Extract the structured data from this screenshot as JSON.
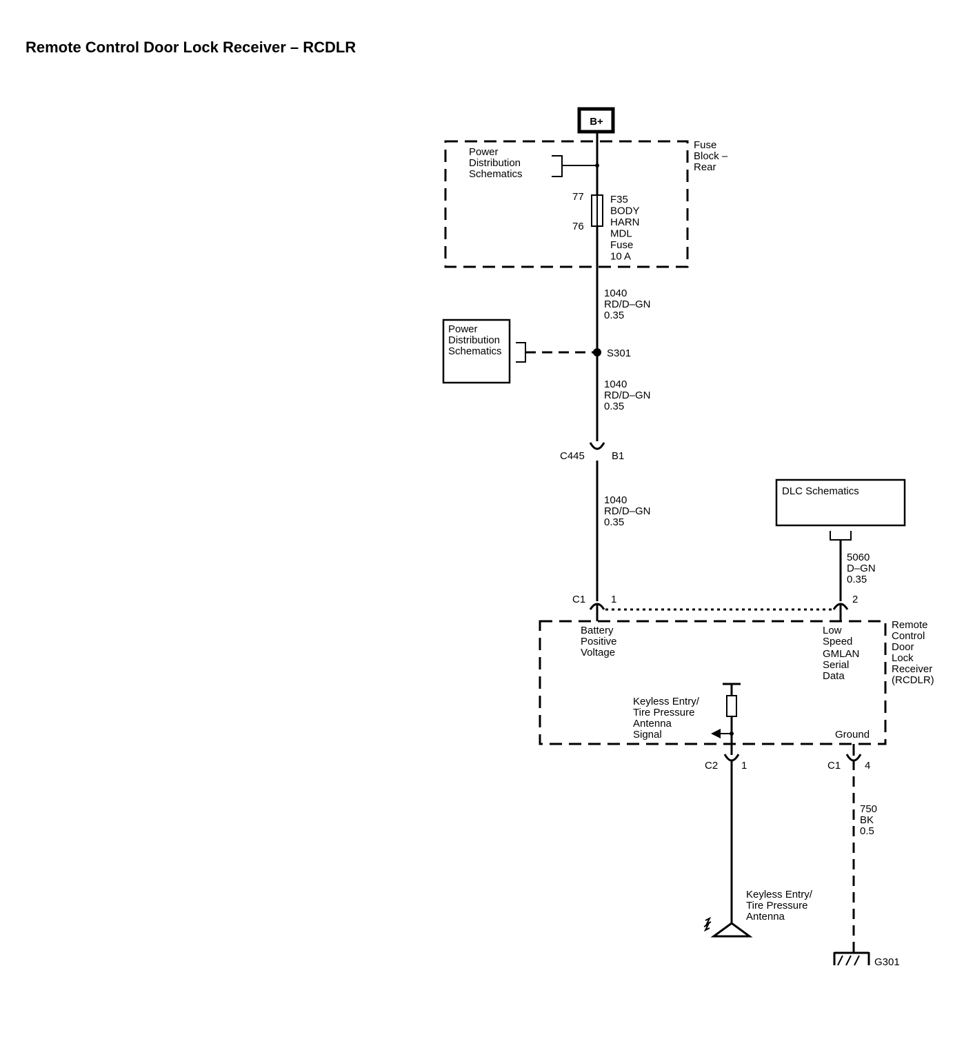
{
  "title": "Remote Control Door Lock Receiver – RCDLR",
  "power_source": "B+",
  "fuse_block": {
    "name": [
      "Fuse",
      "Block –",
      "Rear"
    ],
    "ref": [
      "Power",
      "Distribution",
      "Schematics"
    ],
    "pin_in": "77",
    "pin_out": "76",
    "fuse_label": [
      "F35",
      "BODY",
      "HARN",
      "MDL",
      "Fuse",
      "10 A"
    ]
  },
  "wires": {
    "w1": [
      "1040",
      "RD/D–GN",
      "0.35"
    ],
    "w2": [
      "1040",
      "RD/D–GN",
      "0.35"
    ],
    "w3": [
      "1040",
      "RD/D–GN",
      "0.35"
    ],
    "w_dlc": [
      "5060",
      "D–GN",
      "0.35"
    ],
    "w_ground": [
      "750",
      "BK",
      "0.5"
    ]
  },
  "splice": {
    "name": "S301",
    "ref": [
      "Power",
      "Distribution",
      "Schematics"
    ]
  },
  "inline_connector": {
    "name": "C445",
    "pin": "B1"
  },
  "dlc": {
    "label": "DLC Schematics"
  },
  "module": {
    "name": [
      "Remote",
      "Control",
      "Door",
      "Lock",
      "Receiver",
      "(RCDLR)"
    ],
    "c1_pin1": {
      "connector": "C1",
      "pin": "1"
    },
    "c1_pin2": {
      "pin": "2"
    },
    "c2_pin1": {
      "connector": "C2",
      "pin": "1"
    },
    "c1_pin4": {
      "connector": "C1",
      "pin": "4"
    },
    "battery_label": [
      "Battery",
      "Positive",
      "Voltage"
    ],
    "lan_label": [
      "Low",
      "Speed",
      "GMLAN",
      "Serial",
      "Data"
    ],
    "antenna_signal_label": [
      "Keyless Entry/",
      "Tire Pressure",
      "Antenna",
      "Signal"
    ],
    "ground_label": "Ground"
  },
  "antenna": {
    "label": [
      "Keyless Entry/",
      "Tire Pressure",
      "Antenna"
    ]
  },
  "ground": {
    "name": "G301"
  }
}
